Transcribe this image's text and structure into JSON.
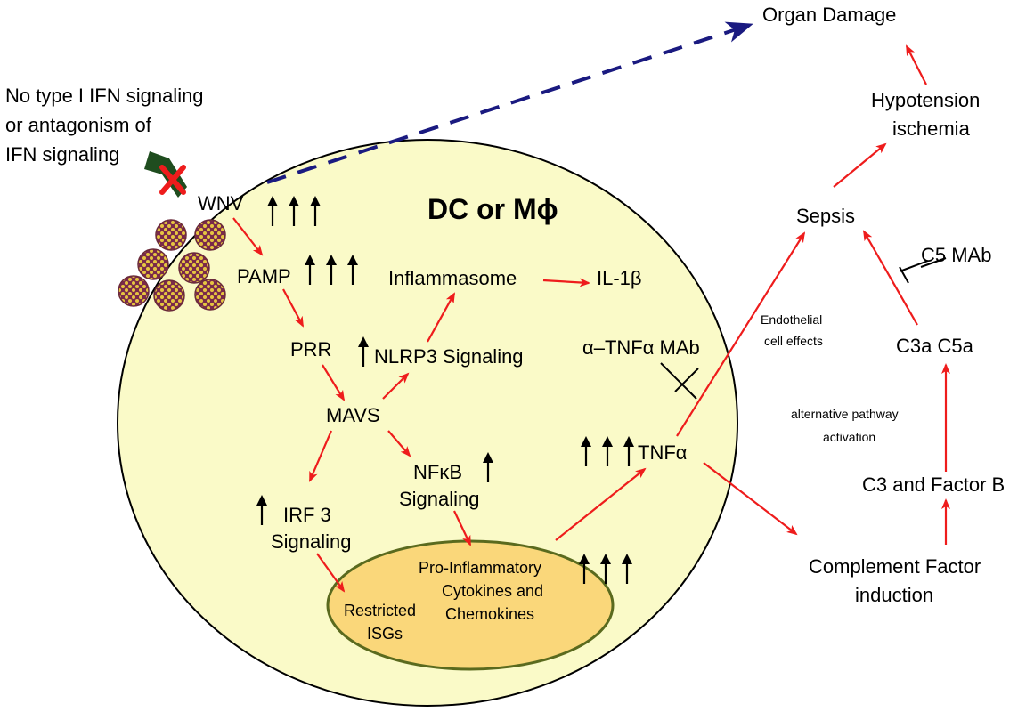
{
  "diagram": {
    "title_cell": "DC or Mϕ",
    "no_ifn_label": [
      "No type I IFN signaling",
      "or antagonism of",
      "IFN signaling"
    ],
    "nodes": {
      "wnv": "WNV",
      "pamp": "PAMP",
      "prr": "PRR",
      "mavs": "MAVS",
      "nlrp3": "NLRP3 Signaling",
      "inflammasome": "Inflammasome",
      "il1b": "IL-1β",
      "irf3_line1": "IRF 3",
      "irf3_line2": "Signaling",
      "nfkb_line1": "NFκB",
      "nfkb_line2": "Signaling",
      "tnfa": "TNFα",
      "anti_tnfa": "α–TNFα MAb",
      "restricted_isgs_line1": "Restricted",
      "restricted_isgs_line2": "ISGs",
      "proinflam_line1": "Pro-Inflammatory",
      "proinflam_line2": "Cytokines and",
      "proinflam_line3": "Chemokines",
      "organ_damage": "Organ Damage",
      "hypotension_line1": "Hypotension",
      "hypotension_line2": "ischemia",
      "sepsis": "Sepsis",
      "c5_mab": "C5 MAb",
      "c3a_c5a": "C3a C5a",
      "alt_pathway_line1": "alternative pathway",
      "alt_pathway_line2": "activation",
      "c3_factor_b": "C3 and Factor B",
      "complement_line1": "Complement Factor",
      "complement_line2": "induction",
      "endothelial_line1": "Endothelial",
      "endothelial_line2": "cell effects"
    },
    "colors": {
      "cell_fill": "#fafac8",
      "nucleus_fill": "#fad77a",
      "nucleus_stroke": "#5a6a1e",
      "red_arrow": "#ee1c1c",
      "dashed_arrow": "#1a1a80",
      "block_x": "#ee1c1c",
      "block_bar": "#1f4d1f"
    }
  }
}
